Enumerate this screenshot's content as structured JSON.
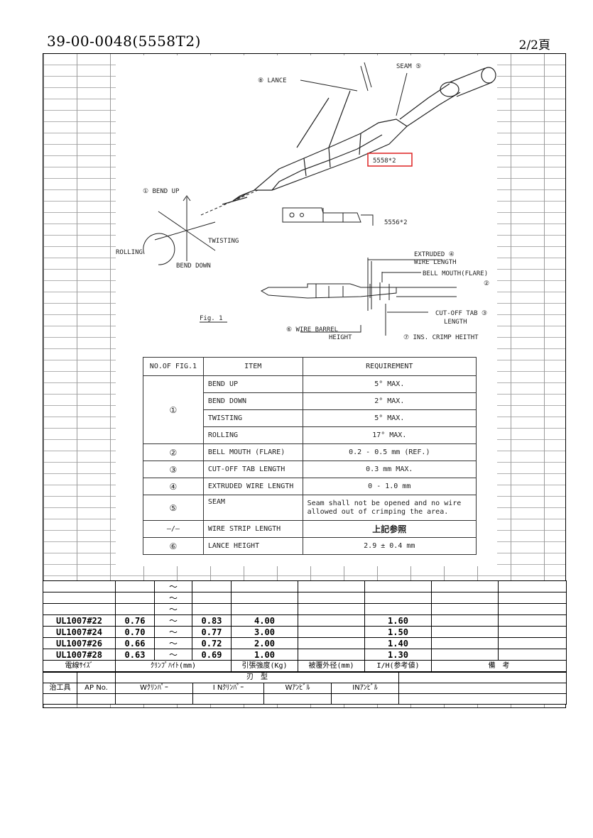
{
  "header": {
    "doc_no": "39-00-0048(5558T2)",
    "page": "2/2頁"
  },
  "figure": {
    "lance": "⑧ LANCE",
    "seam": "SEAM ⑤",
    "part_a": "5558*2",
    "part_b": "5556*2",
    "bend_up": "① BEND UP",
    "twisting": "TWISTING",
    "rolling": "ROLLING",
    "bend_down": "BEND DOWN",
    "extruded": "EXTRUDED ④",
    "wire_length": "WIRE LENGTH",
    "bell_mouth": "BELL MOUTH(FLARE)",
    "num2": "②",
    "cutoff": "CUT-OFF TAB ③",
    "cutoff_len": "LENGTH",
    "fig": "Fig. 1",
    "wire_barrel": "⑥ WIRE BARREL",
    "height": "HEIGHT",
    "ins_crimp": "⑦ INS. CRIMP HEITHT"
  },
  "requirements": {
    "headers": [
      "NO.OF FIG.1",
      "ITEM",
      "REQUIREMENT"
    ],
    "group1_no": "①",
    "group1": [
      {
        "item": "BEND UP",
        "req": "5° MAX."
      },
      {
        "item": "BEND DOWN",
        "req": "2° MAX."
      },
      {
        "item": "TWISTING",
        "req": "5° MAX."
      },
      {
        "item": "ROLLING",
        "req": "17° MAX."
      }
    ],
    "rows": [
      {
        "no": "②",
        "item": "BELL MOUTH (FLARE)",
        "req": "0.2 - 0.5 mm (REF.)"
      },
      {
        "no": "③",
        "item": "CUT-OFF TAB LENGTH",
        "req": "0.3 mm MAX."
      },
      {
        "no": "④",
        "item": "EXTRUDED WIRE LENGTH",
        "req": "0 - 1.0 mm"
      },
      {
        "no": "⑤",
        "item": "SEAM",
        "req": "Seam shall not be opened and no wire allowed out of crimping the area."
      },
      {
        "no": "—/—",
        "item": "WIRE STRIP LENGTH",
        "req": "上記参照"
      },
      {
        "no": "⑥",
        "item": "LANCE HEIGHT",
        "req": "2.9 ± 0.4 mm"
      }
    ]
  },
  "spec_table": {
    "tilde": "～",
    "rows": [
      {
        "wire": "UL1007#22",
        "min": "0.76",
        "max": "0.83",
        "tensile": "4.00",
        "ih": "1.60"
      },
      {
        "wire": "UL1007#24",
        "min": "0.70",
        "max": "0.77",
        "tensile": "3.00",
        "ih": "1.50"
      },
      {
        "wire": "UL1007#26",
        "min": "0.66",
        "max": "0.72",
        "tensile": "2.00",
        "ih": "1.40"
      },
      {
        "wire": "UL1007#28",
        "min": "0.63",
        "max": "0.69",
        "tensile": "1.00",
        "ih": "1.30"
      }
    ],
    "headers": {
      "wire": "電線ｻｲｽﾞ",
      "crimp": "ｸﾘﾝﾌﾟﾊｲﾄ(mm)",
      "tensile": "引張強度(Kg)",
      "outer": "被覆外径(mm)",
      "ih": "I/H(参考値)",
      "remarks": "備　考"
    }
  },
  "tool_table": {
    "die": "刃　型",
    "jig": "治工具",
    "ap": "AP No.",
    "w_crimper": "Wｸﾘﾝﾊﾟｰ",
    "in_crimper": "I Nｸﾘﾝﾊﾟｰ",
    "w_anvil": "Wｱﾝﾋﾞﾙ",
    "in_anvil": "INｱﾝﾋﾞﾙ"
  }
}
